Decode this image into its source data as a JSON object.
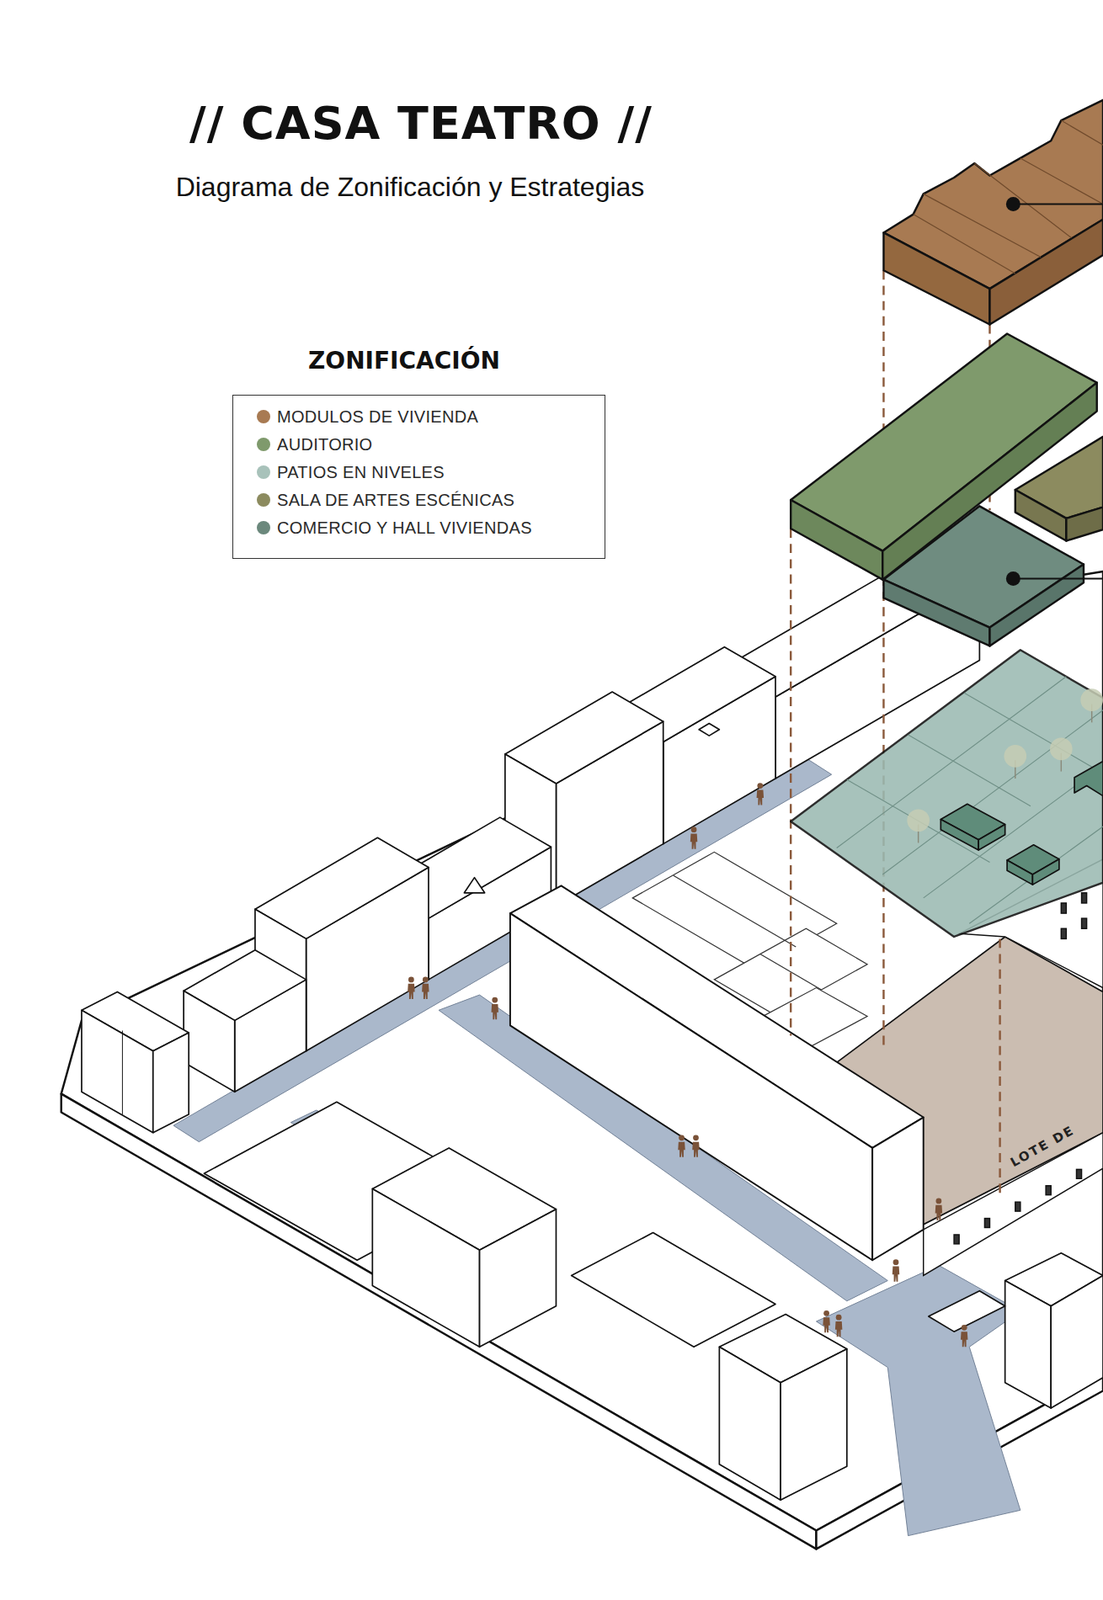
{
  "diagram": {
    "title": "// CASA TEATRO //",
    "labels": [
      "Diagrama de Zonificación y Estrategias",
      "ZONIFICACIÓN",
      "LOTE DE"
    ],
    "legend": [
      {
        "text": "MODULOS DE VIVIENDA",
        "color": "#a87a52"
      },
      {
        "text": "AUDITORIO",
        "color": "#7f9a6c"
      },
      {
        "text": "PATIOS EN NIVELES",
        "color": "#a8c2ba"
      },
      {
        "text": "SALA DE ARTES ESCÉNICAS",
        "color": "#8c8b5f"
      },
      {
        "text": "COMERCIO Y HALL VIVIENDAS",
        "color": "#6b887c"
      }
    ]
  }
}
